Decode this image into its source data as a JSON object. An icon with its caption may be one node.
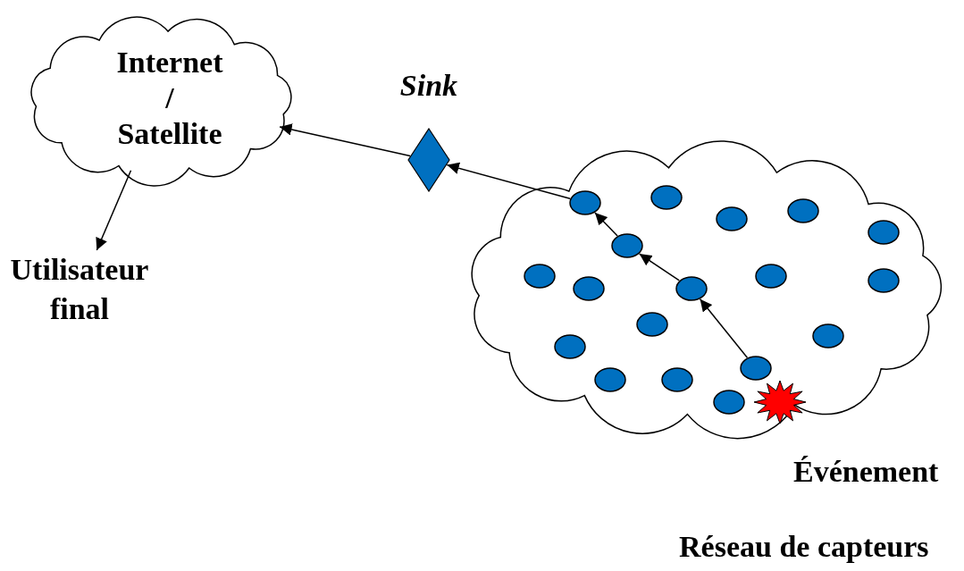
{
  "diagram": {
    "nodes": [
      {
        "text": [
          "Internet",
          "/",
          "Satellite"
        ]
      },
      {
        "text": [
          "Utilisateur final"
        ]
      },
      {
        "text": [
          "Sink"
        ]
      },
      {
        "text": [],
        "shape": "cloud",
        "beside": [
          "Réseau de capteurs"
        ]
      },
      {
        "text": [],
        "shape": "circle",
        "in": 3
      },
      {
        "text": [],
        "shape": "circle",
        "in": 3
      },
      {
        "text": [],
        "shape": "circle",
        "in": 3
      },
      {
        "text": [],
        "shape": "circle",
        "in": 3
      },
      {
        "text": [],
        "shape": "circle",
        "in": 3
      },
      {
        "text": [],
        "shape": "circle",
        "in": 3
      },
      {
        "text": [],
        "shape": "circle",
        "in": 3
      },
      {
        "text": [],
        "shape": "circle",
        "in": 3
      },
      {
        "text": [],
        "shape": "circle",
        "in": 3
      },
      {
        "text": [],
        "shape": "circle",
        "in": 3
      },
      {
        "text": [],
        "shape": "circle",
        "in": 3
      },
      {
        "text": [],
        "shape": "circle",
        "in": 3
      },
      {
        "text": [],
        "shape": "circle",
        "in": 3
      },
      {
        "text": [],
        "shape": "circle",
        "in": 3
      },
      {
        "text": [],
        "shape": "circle",
        "in": 3
      },
      {
        "text": [],
        "shape": "circle",
        "in": 3
      },
      {
        "text": [],
        "shape": "circle",
        "in": 3
      },
      {
        "text": [],
        "shape": "circle",
        "in": 3
      },
      {
        "text": [],
        "shape": "star",
        "in": 3,
        "beside": [
          "Événement"
        ]
      }
    ],
    "edges": [
      {
        "from": 2,
        "to": 0,
        "arrow": "to"
      },
      {
        "from": 0,
        "to": 1,
        "arrow": "to"
      },
      {
        "from": 5,
        "to": 2,
        "arrow": "to"
      },
      {
        "from": 9,
        "to": 5,
        "arrow": "to"
      },
      {
        "from": 14,
        "to": 9,
        "arrow": "to"
      },
      {
        "from": 18,
        "to": 14,
        "arrow": "to"
      }
    ]
  }
}
